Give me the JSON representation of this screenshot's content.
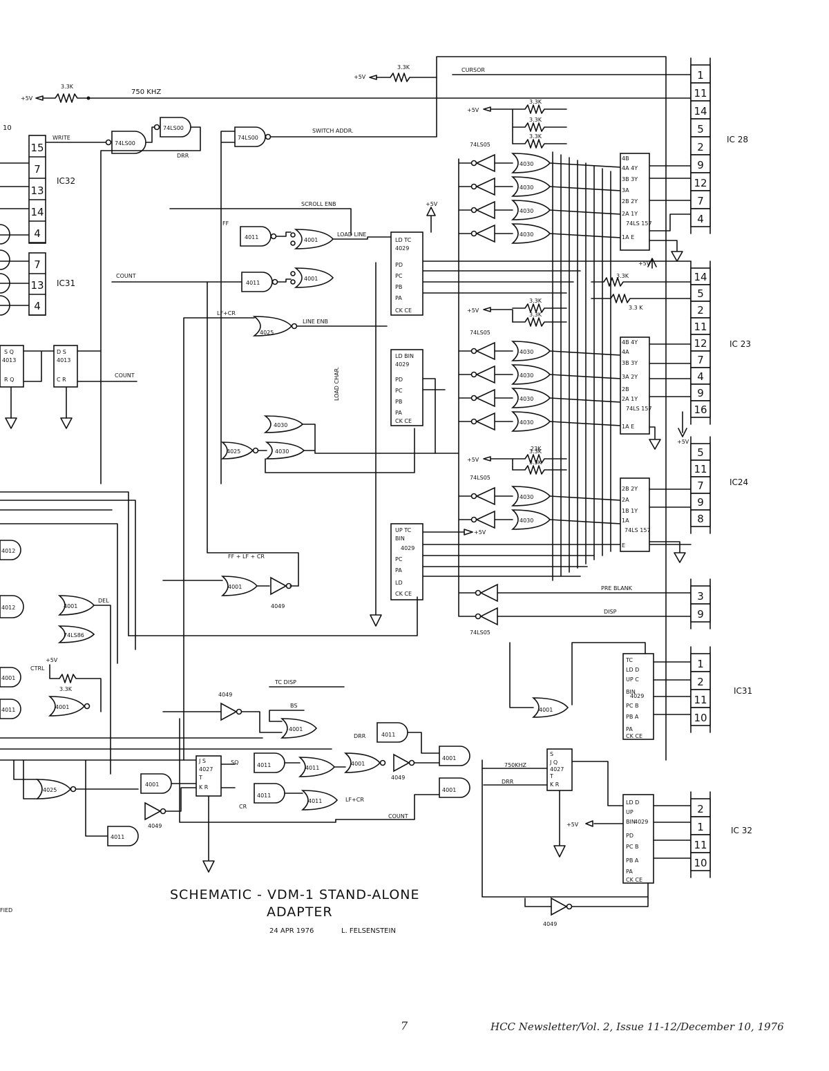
{
  "title": {
    "line1": "SCHEMATIC - VDM-1 STAND-ALONE",
    "line2": "ADAPTER",
    "date": "24 APR 1976",
    "author": "L. FELSENSTEIN"
  },
  "footer": {
    "page_number": "7",
    "publication": "HCC Newsletter/Vol. 2, Issue 11-12/December 10, 1976"
  },
  "edge_text": {
    "top_left_fragment": "10",
    "bottom_left_fragment": "FIED"
  },
  "connectors": [
    {
      "name": "IC 28",
      "pins": [
        "1",
        "11",
        "14",
        "5",
        "2",
        "9",
        "12",
        "7",
        "4"
      ]
    },
    {
      "name": "IC 23",
      "pins": [
        "14",
        "5",
        "2",
        "11",
        "12",
        "7",
        "4",
        "9",
        "16"
      ]
    },
    {
      "name": "IC24",
      "pins": [
        "5",
        "11",
        "7",
        "9",
        "8"
      ]
    },
    {
      "name": "",
      "pins": [
        "3",
        "9"
      ]
    },
    {
      "name": "IC31",
      "pins": [
        "1",
        "2",
        "11",
        "10"
      ]
    },
    {
      "name": "IC 32",
      "pins": [
        "2",
        "1",
        "11",
        "10"
      ]
    }
  ],
  "left_connectors": [
    {
      "name": "IC32",
      "pins": [
        "15",
        "7",
        "13",
        "14",
        "4"
      ]
    },
    {
      "name": "IC31",
      "pins": [
        "7",
        "13",
        "4"
      ]
    }
  ],
  "signals": {
    "clock": "750 KHZ",
    "cursor": "CURSOR",
    "write": "WRITE",
    "drr": "DRR",
    "switch_addr": "SWITCH ADDR.",
    "scroll_enb": "SCROLL ENB",
    "ff": "FF",
    "load_line": "LOAD LINE",
    "count": "COUNT",
    "lf_cr": "LF+CR",
    "line_enb": "LINE ENB",
    "count_bar": "COUNT",
    "load_char": "LOAD CHAR.",
    "ff_lf_cr": "FF + LF + CR",
    "del": "DEL",
    "ctrl": "CTRL",
    "tc_disp": "TC DISP",
    "bs": "BS",
    "cr": "CR",
    "drr2": "DRR",
    "clk750": "750KHZ",
    "drr3": "DRR",
    "lf_cr2": "LF+CR",
    "count2": "COUNT",
    "pre_blank": "PRE BLANK",
    "disp": "DISP"
  },
  "power": {
    "plus5v": "+5V",
    "resistor": "3.3K",
    "resistor_alt": "3.3 K",
    "resistor_23": "23K"
  },
  "parts": {
    "and4011": "4011",
    "or4001": "4001",
    "nor4025": "4025",
    "xor4030": "4030",
    "inv4049": "4049",
    "ff4013": "4013",
    "ff4027": "4027",
    "counter4029": "4029",
    "mux": "74LS 157",
    "inv74ls05": "74LS05",
    "nand74ls00": "74LS00",
    "ic4012": "4012",
    "ic74ls86": "74LS86"
  }
}
